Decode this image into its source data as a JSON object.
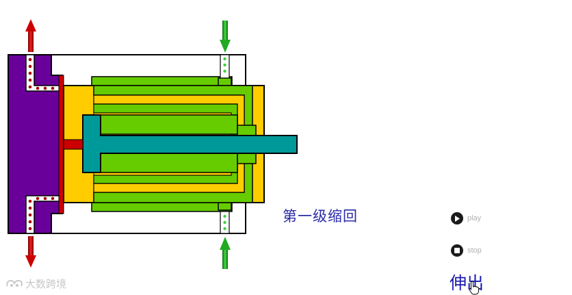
{
  "status_text": "第一级缩回",
  "controls": {
    "play_label": "play",
    "stop_label": "stop",
    "extend_label": "伸出"
  },
  "watermark": {
    "text": "大数跨境",
    "icon": "watermark-logo"
  },
  "icons": {
    "play": "play-circle-icon",
    "stop": "stop-circle-icon",
    "cursor": "hand-pointer-icon"
  },
  "colors": {
    "cylinder_body": "#6a009a",
    "outer_tube": "#ffcc00",
    "stage_sleeve": "#66cc00",
    "piston_rod": "#009999",
    "pressure_red": "#cc0000",
    "flow_arrow_red": "#b00000",
    "flow_arrow_green": "#22aa22",
    "text_blue": "#2a2aa8"
  }
}
